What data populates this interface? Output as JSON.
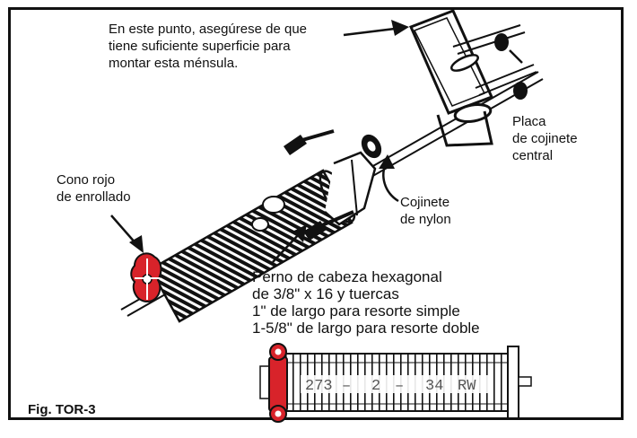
{
  "labels": {
    "mount_note": "En este punto, asegúrese de que\ntiene suficiente superficie para\nmontar esta ménsula.",
    "center_plate": "Placa\nde cojinete\ncentral",
    "winding_cone": "Cono rojo\nde enrollado",
    "nylon_bearing": "Cojinete\nde nylon",
    "bolt_spec": "Perno de cabeza hexagonal\nde 3/8\" x 16 y tuercas\n1\" de largo para resorte simple\n1-5/8\" de largo para resorte doble",
    "figure_id": "Fig. TOR-3"
  },
  "spring_stamp": {
    "code": "273",
    "gauge": "2",
    "length": "34",
    "wind": "RW"
  },
  "colors": {
    "ink": "#111111",
    "cone_red": "#d8232a",
    "background": "#ffffff"
  },
  "icons": [
    "arrow-icon",
    "torsion-spring",
    "winding-cone",
    "center-bearing-plate",
    "hex-bolt"
  ]
}
